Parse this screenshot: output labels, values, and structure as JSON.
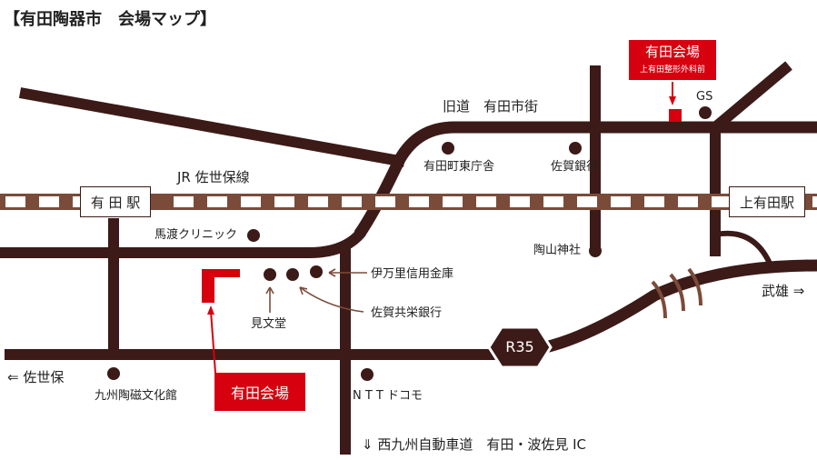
{
  "title": "【有田陶器市　会場マップ】",
  "colors": {
    "road": "#3b1a17",
    "accent": "#d6000f",
    "rail_tie": "#ffffff"
  },
  "stations": {
    "arita": "有 田 駅",
    "kami_arita": "上有田駅"
  },
  "rail_line": "JR 佐世保線",
  "old_road": "旧道　有田市街",
  "route_badge": "R35",
  "directions": {
    "sasebo": "⇐ 佐世保",
    "takeo": "武雄 ⇒",
    "expressway": "⇓ 西九州自動車道　有田・波佐見 IC"
  },
  "landmarks": {
    "town_office": "有田町東庁舎",
    "saga_bank_north": "佐賀銀行",
    "gs": "GS",
    "toyama_shrine": "陶山神社",
    "clinic": "馬渡クリニック",
    "imari_credit": "伊万里信用金庫",
    "saga_kyoei": "佐賀共栄銀行",
    "kenbundo": "見文堂",
    "ceramic_hall": "九州陶磁文化館",
    "ntt": "N T T ドコモ"
  },
  "venues": {
    "main": "有田会場",
    "north": "有田会場",
    "north_sub": "上有田整形外科前"
  }
}
